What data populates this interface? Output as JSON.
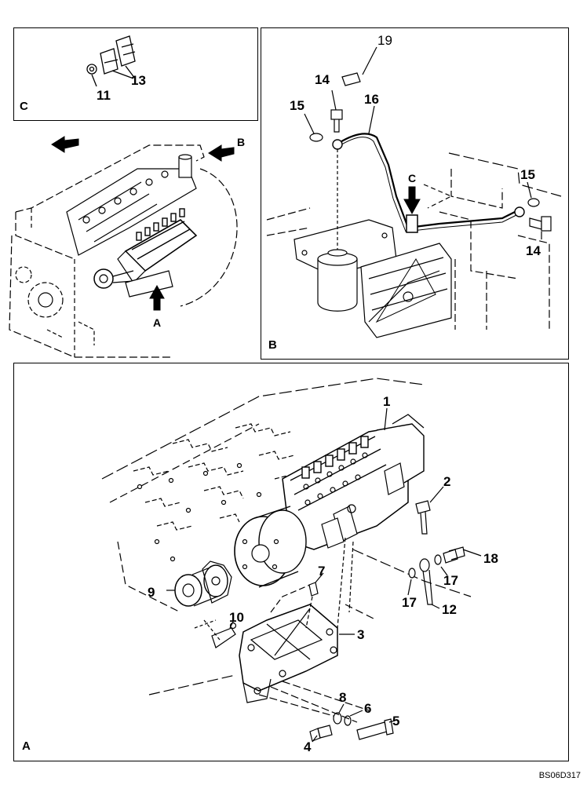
{
  "panels": {
    "c": {
      "letter": "C",
      "callouts": [
        "11",
        "13"
      ]
    },
    "b": {
      "letter": "B",
      "callouts": [
        "19",
        "14",
        "16",
        "15",
        "C",
        "15",
        "14"
      ]
    },
    "overview": {
      "arrow_labels": [
        "A",
        "B"
      ]
    },
    "a": {
      "letter": "A",
      "callouts": [
        "1",
        "2",
        "18",
        "17",
        "17",
        "12",
        "7",
        "9",
        "10",
        "3",
        "8",
        "6",
        "5",
        "4"
      ]
    }
  },
  "drawing_code": "BS06D317"
}
